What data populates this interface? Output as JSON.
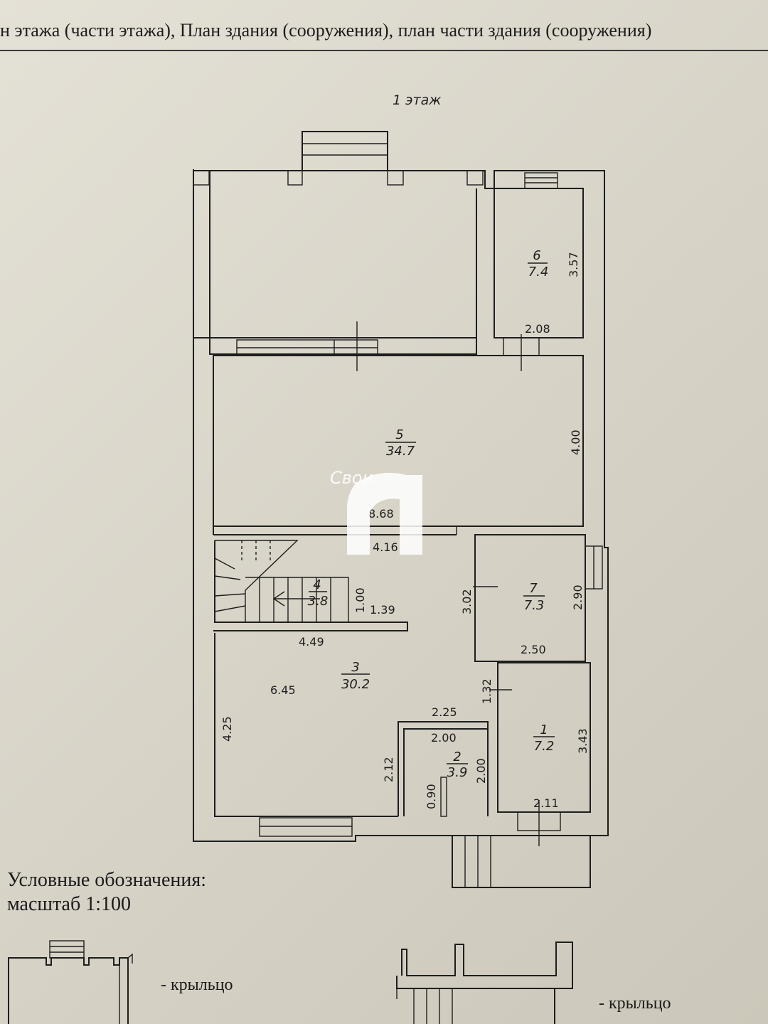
{
  "header": {
    "text": "н этажа (части этажа), План здания (сооружения), план части здания (сооружения)"
  },
  "plan": {
    "floor_title": "1 этаж",
    "rooms": [
      {
        "id": "r6",
        "number": "6",
        "area": "7.4"
      },
      {
        "id": "r5",
        "number": "5",
        "area": "34.7"
      },
      {
        "id": "r4",
        "number": "4",
        "area": "3.8"
      },
      {
        "id": "r7",
        "number": "7",
        "area": "7.3"
      },
      {
        "id": "r3",
        "number": "3",
        "area": "30.2"
      },
      {
        "id": "r2",
        "number": "2",
        "area": "3.9"
      },
      {
        "id": "r1",
        "number": "1",
        "area": "7.2"
      }
    ],
    "dimensions": {
      "d_357": "3.57",
      "d_208": "2.08",
      "d_400": "4.00",
      "d_868": "8.68",
      "d_416": "4.16",
      "d_100": "1.00",
      "d_139": "1.39",
      "d_302": "3.02",
      "d_290": "2.90",
      "d_250": "2.50",
      "d_449": "4.49",
      "d_645": "6.45",
      "d_132": "1.32",
      "d_425": "4.25",
      "d_225": "2.25",
      "d_200a": "2.00",
      "d_200b": "2.00",
      "d_343": "3.43",
      "d_212": "2.12",
      "d_090": "0.90",
      "d_211": "2.11"
    }
  },
  "legend": {
    "title": "Условные обозначения:",
    "scale": "масштаб 1:100",
    "porch_label_1": "- крыльцо",
    "porch_label_2": "- крыльцо"
  },
  "watermark": {
    "text": "Свои",
    "color": "#ffffff"
  }
}
